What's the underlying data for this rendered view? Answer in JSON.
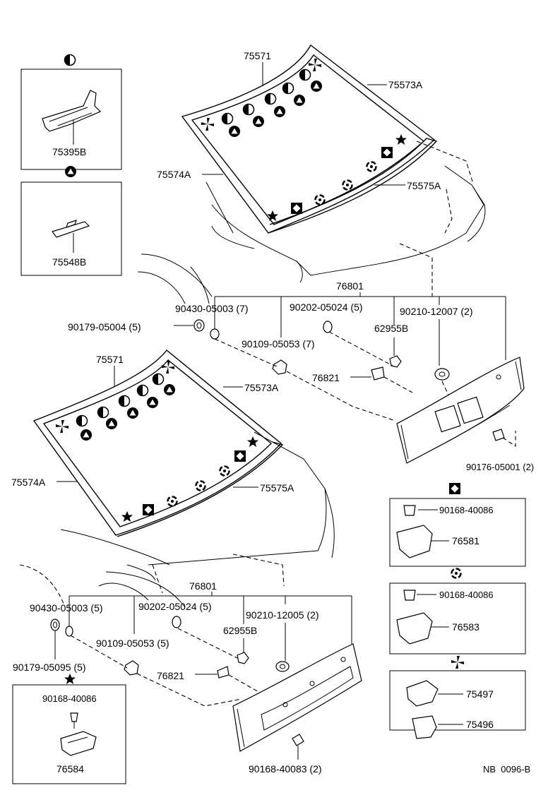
{
  "labels": {
    "p75571_top": "75571",
    "p75573A_top": "75573A",
    "p75574A_top": "75574A",
    "p75575A_top": "75575A",
    "p75395B": "75395B",
    "p75548B": "75548B",
    "p76801_top": "76801",
    "p90430_top": "90430-05003 (7)",
    "p90202_top": "90202-05024 (5)",
    "p90210_top": "90210-12007 (2)",
    "p90179_top": "90179-05004 (5)",
    "p62955B_top": "62955B",
    "p90109_top": "90109-05053 (7)",
    "p76821_top": "76821",
    "p90176": "90176-05001 (2)",
    "p75571_bot": "75571",
    "p75573A_bot": "75573A",
    "p75574A_bot": "75574A",
    "p75575A_bot": "75575A",
    "p76801_bot": "76801",
    "p90430_bot": "90430-05003 (5)",
    "p90202_bot": "90202-05024 (5)",
    "p90210_bot": "90210-12005 (2)",
    "p62955B_bot": "62955B",
    "p90109_bot": "90109-05053 (5)",
    "p90179_bot": "90179-05095 (5)",
    "p76821_bot": "76821",
    "p90168_40083": "90168-40083 (2)",
    "p90168_star": "90168-40086",
    "p76584": "76584",
    "p90168_diamond": "90168-40086",
    "p76581": "76581",
    "p90168_clip": "90168-40086",
    "p76583": "76583",
    "p75497": "75497",
    "p75496": "75496",
    "footer_code": "NB  0096-B"
  },
  "legend_symbols": [
    "half-circle-icon",
    "triangle-icon",
    "star-icon",
    "diamond-square-icon",
    "clip-circle-icon",
    "pinwheel-icon"
  ]
}
